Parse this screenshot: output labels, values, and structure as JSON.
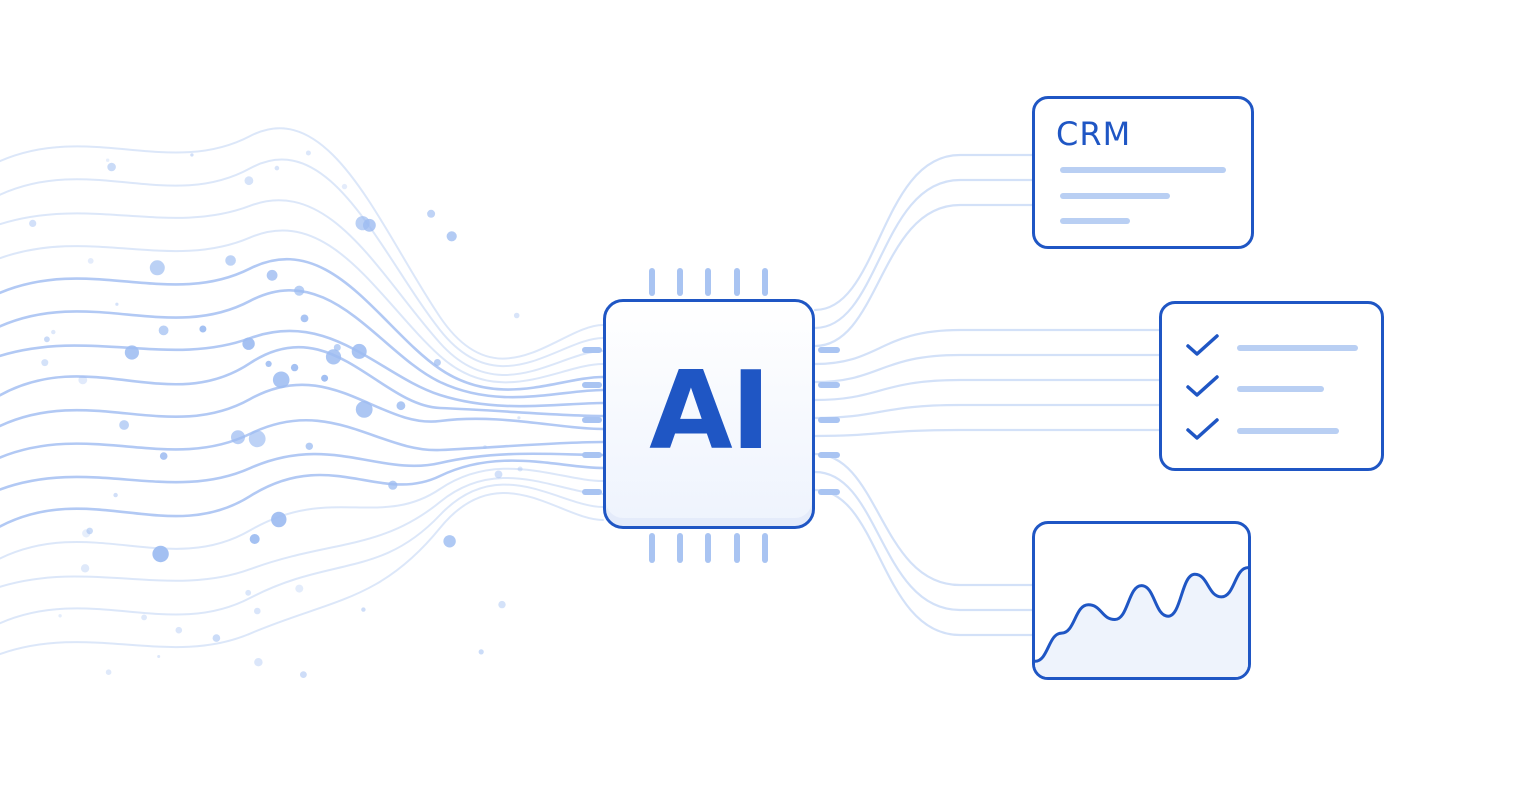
{
  "chip": {
    "label": "AI"
  },
  "cards": {
    "crm": {
      "title": "CRM",
      "line_count": 3
    },
    "checklist": {
      "item_count": 3,
      "icon": "checkmark-icon"
    },
    "chart": {
      "type": "area",
      "icon": "line-chart-icon",
      "trend": [
        0.05,
        0.3,
        0.55,
        0.42,
        0.72,
        0.45,
        0.82,
        0.62,
        0.88
      ]
    }
  },
  "colors": {
    "primary": "#1f56c4",
    "flow_line": "#aec6f3",
    "flow_line_faint": "#d3e1f8",
    "node": "#9dbcf1",
    "card_fill": "#ffffff",
    "area_fill": "#eef3fc"
  }
}
